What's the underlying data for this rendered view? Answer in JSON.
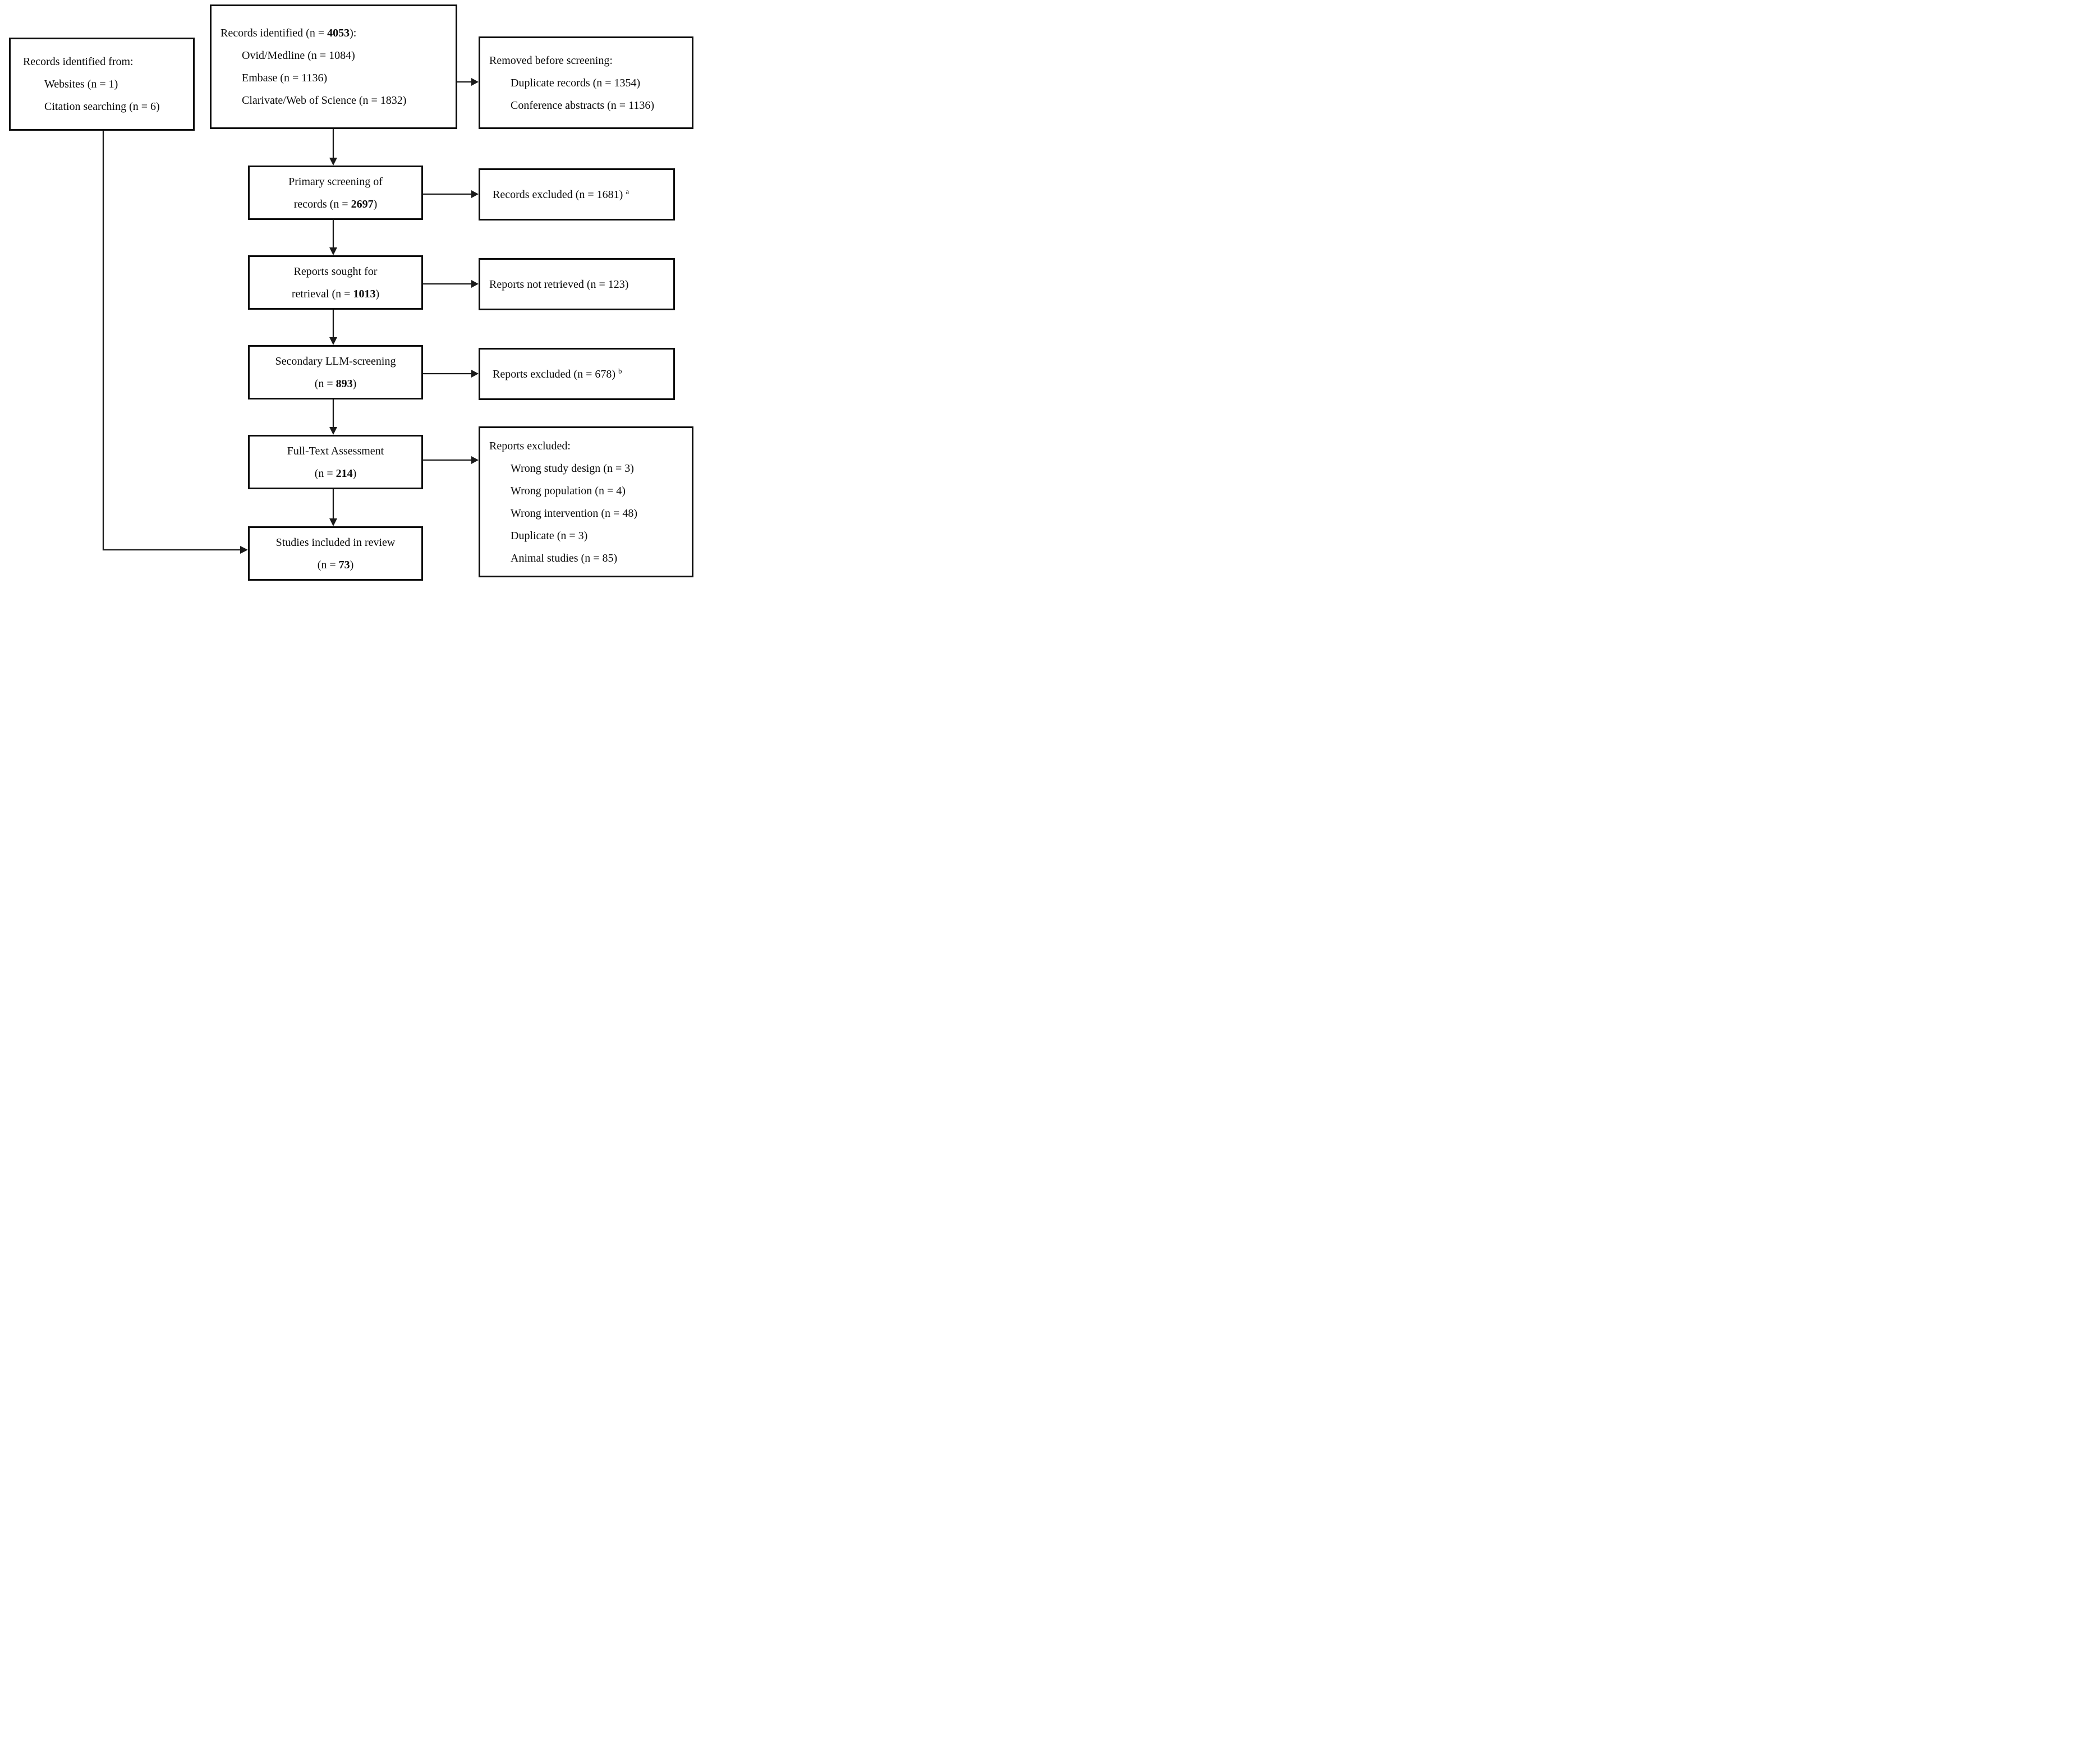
{
  "diagram": {
    "kind": "PRISMA flow diagram",
    "boxes": {
      "identified_other": {
        "lines": [
          {
            "seg": [
              {
                "t": "Records identified from:"
              }
            ]
          },
          {
            "indent": true,
            "seg": [
              {
                "t": "Websites (n = 1)"
              }
            ]
          },
          {
            "indent": true,
            "seg": [
              {
                "t": "Citation searching (n = 6)"
              }
            ]
          }
        ]
      },
      "identified_databases": {
        "lines": [
          {
            "seg": [
              {
                "t": "Records identified (n = "
              },
              {
                "t": "4053",
                "b": true
              },
              {
                "t": "):"
              }
            ]
          },
          {
            "indent": true,
            "seg": [
              {
                "t": "Ovid/Medline (n = 1084)"
              }
            ]
          },
          {
            "indent": true,
            "seg": [
              {
                "t": "Embase (n = 1136)"
              }
            ]
          },
          {
            "indent": true,
            "seg": [
              {
                "t": "Clarivate/Web of Science (n = 1832)"
              }
            ]
          }
        ]
      },
      "removed_before_screening": {
        "lines": [
          {
            "seg": [
              {
                "t": "Removed before screening:"
              }
            ]
          },
          {
            "indent": true,
            "seg": [
              {
                "t": "Duplicate records (n = 1354)"
              }
            ]
          },
          {
            "indent": true,
            "seg": [
              {
                "t": "Conference abstracts (n = 1136)"
              }
            ]
          }
        ]
      },
      "primary_screening": {
        "lines": [
          {
            "seg": [
              {
                "t": "Primary screening of"
              }
            ]
          },
          {
            "seg": [
              {
                "t": "records (n = "
              },
              {
                "t": "2697",
                "b": true
              },
              {
                "t": ")"
              }
            ]
          }
        ]
      },
      "records_excluded": {
        "lines": [
          {
            "seg": [
              {
                "t": "Records excluded (n = 1681)"
              },
              {
                "t": " "
              },
              {
                "t": "a",
                "sup": true
              }
            ]
          }
        ]
      },
      "reports_sought": {
        "lines": [
          {
            "seg": [
              {
                "t": "Reports sought for"
              }
            ]
          },
          {
            "seg": [
              {
                "t": "retrieval (n = "
              },
              {
                "t": "1013",
                "b": true
              },
              {
                "t": ")"
              }
            ]
          }
        ]
      },
      "reports_not_retrieved": {
        "lines": [
          {
            "seg": [
              {
                "t": "Reports not retrieved (n = 123)"
              }
            ]
          }
        ]
      },
      "secondary_llm_screening": {
        "lines": [
          {
            "seg": [
              {
                "t": "Secondary LLM-screening"
              }
            ]
          },
          {
            "seg": [
              {
                "t": "(n = "
              },
              {
                "t": "893",
                "b": true
              },
              {
                "t": ")"
              }
            ]
          }
        ]
      },
      "reports_excluded_b": {
        "lines": [
          {
            "seg": [
              {
                "t": "Reports excluded (n = 678)"
              },
              {
                "t": " "
              },
              {
                "t": "b",
                "sup": true
              }
            ]
          }
        ]
      },
      "fulltext_assessment": {
        "lines": [
          {
            "seg": [
              {
                "t": "Full-Text Assessment"
              }
            ]
          },
          {
            "seg": [
              {
                "t": "(n = "
              },
              {
                "t": "214",
                "b": true
              },
              {
                "t": ")"
              }
            ]
          }
        ]
      },
      "reports_excluded_fulltext": {
        "lines": [
          {
            "seg": [
              {
                "t": "Reports excluded:"
              }
            ]
          },
          {
            "indent": true,
            "seg": [
              {
                "t": "Wrong study design (n = 3)"
              }
            ]
          },
          {
            "indent": true,
            "seg": [
              {
                "t": "Wrong population (n = 4)"
              }
            ]
          },
          {
            "indent": true,
            "seg": [
              {
                "t": "Wrong intervention (n = 48)"
              }
            ]
          },
          {
            "indent": true,
            "seg": [
              {
                "t": "Duplicate (n = 3)"
              }
            ]
          },
          {
            "indent": true,
            "seg": [
              {
                "t": "Animal studies (n = 85)"
              }
            ]
          }
        ]
      },
      "studies_included": {
        "lines": [
          {
            "seg": [
              {
                "t": "Studies included in review"
              }
            ]
          },
          {
            "seg": [
              {
                "t": "(n = "
              },
              {
                "t": "73",
                "b": true
              },
              {
                "t": ")"
              }
            ]
          }
        ]
      }
    },
    "line_color": "#1a1a1a"
  }
}
